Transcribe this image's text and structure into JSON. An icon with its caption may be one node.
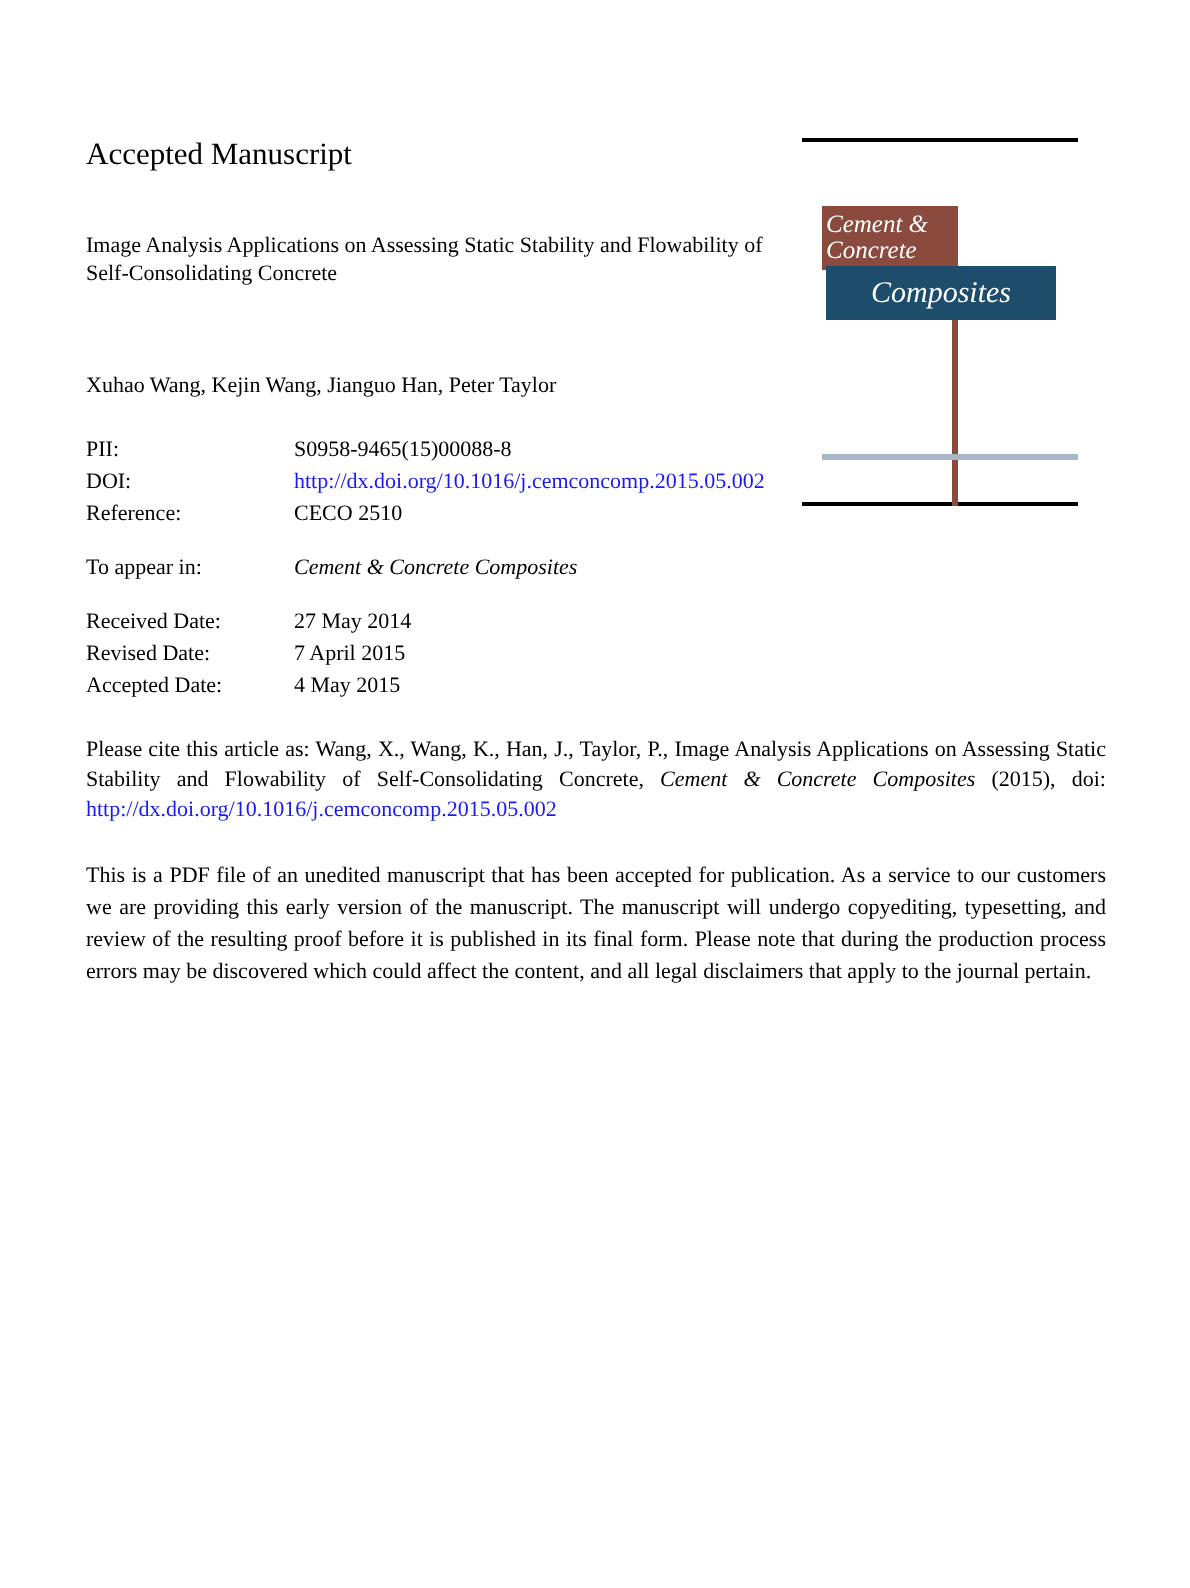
{
  "diagram": {
    "title": "Accepted Manuscript",
    "labels": [
      "Image Analysis Applications on Assessing Static Stability and Flowability of Self-Consolidating Concrete",
      "Xuhao Wang, Kejin Wang, Jianguo Han, Peter Taylor",
      "PII:",
      "S0958-9465(15)00088-8",
      "DOI:",
      "http://dx.doi.org/10.1016/j.cemconcomp.2015.05.002",
      "Reference:",
      "CECO 2510",
      "To appear in:",
      "Cement & Concrete Composites",
      "Received Date:",
      "27 May 2014",
      "Revised Date:",
      "7 April 2015",
      "Accepted Date:",
      "4 May 2015",
      "Please cite this article as: Wang, X., Wang, K., Han, J., Taylor, P., Image Analysis Applications on Assessing Static Stability and Flowability of Self-Consolidating Concrete, *Cement & Concrete Composites* (2015), doi:",
      "http://dx.doi.org/10.1016/j.cemconcomp.2015.05.002",
      "This is a PDF file of an unedited manuscript that has been accepted for publication. As a service to our customers we are providing this early version of the manuscript. The manuscript will undergo copyediting, typesetting, and review of the resulting proof before it is published in its final form. Please note that during the production process errors may be discovered which could affect the content, and all legal disclaimers that apply to the journal pertain.",
      "Cement & Concrete",
      "Composites"
    ]
  }
}
